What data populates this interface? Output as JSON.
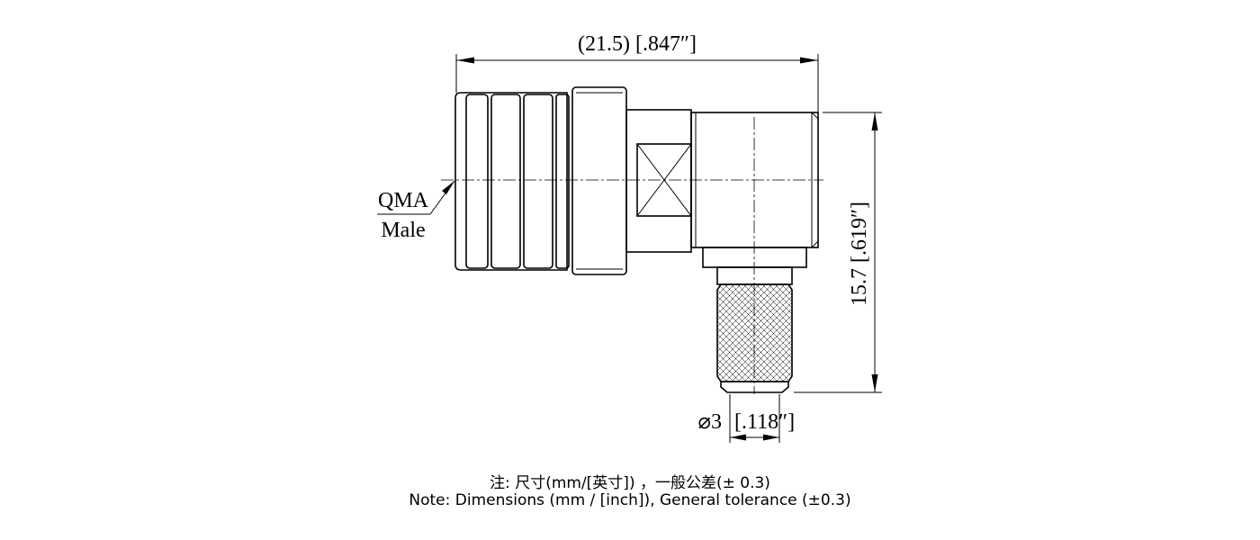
{
  "drawing": {
    "dim_length": "(21.5) [.847″]",
    "dim_height": "15.7 [.619″]",
    "dim_diameter_value": "⌀3",
    "dim_diameter_inch": "[.118″]",
    "label_line1": "QMA",
    "label_line2": "Male"
  },
  "notes": {
    "zh": "注: 尺寸(mm/[英寸]) ，一般公差(± 0.3)",
    "en": "Note: Dimensions (mm / [inch]), General tolerance (±0.3)"
  }
}
